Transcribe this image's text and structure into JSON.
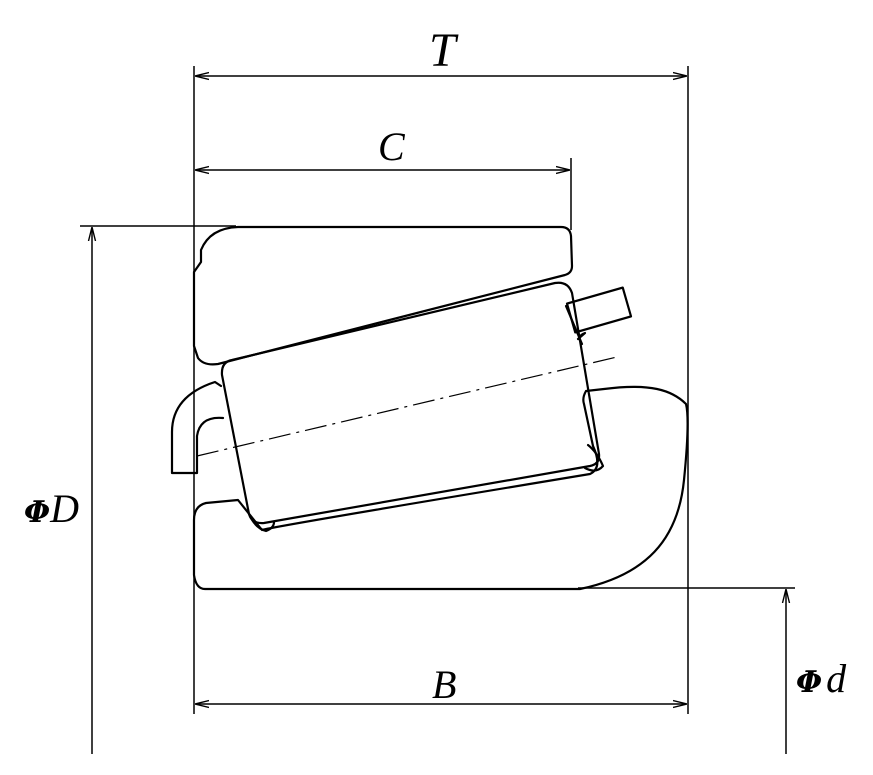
{
  "labels": {
    "overall_width": "T",
    "cup_width": "C",
    "cone_width": "B",
    "outer_diameter_symbol": "Φ",
    "outer_diameter_letter": "D",
    "bore_diameter_symbol": "Φ",
    "bore_diameter_letter": "d"
  }
}
